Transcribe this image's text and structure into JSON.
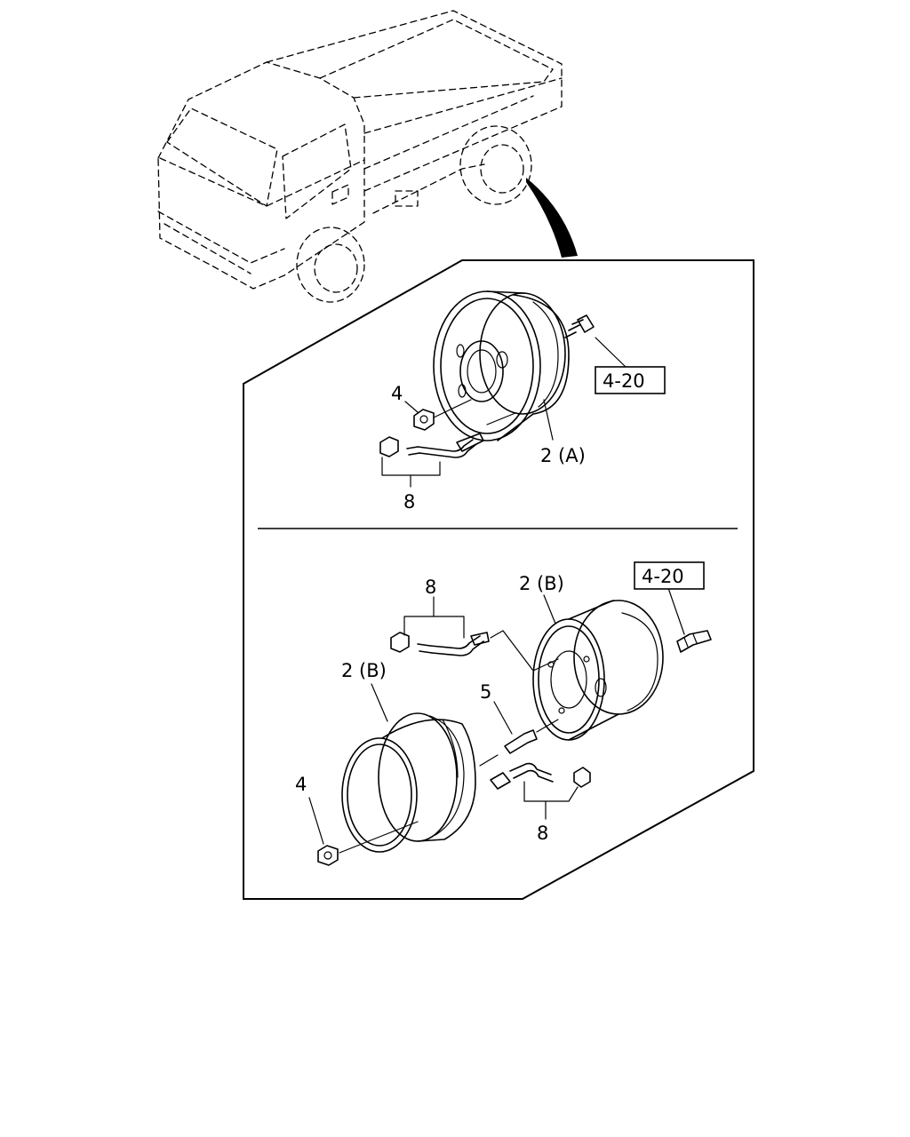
{
  "labels": {
    "upper_nut": "4",
    "upper_ref": "4-20",
    "upper_wheel": "2 (A)",
    "upper_hose": "8",
    "lower_hose_top": "8",
    "lower_wheel_inner": "2 (B)",
    "lower_ref": "4-20",
    "lower_wheel_outer": "2 (B)",
    "lower_bolt": "5",
    "lower_nut": "4",
    "lower_hose_bottom": "8"
  }
}
